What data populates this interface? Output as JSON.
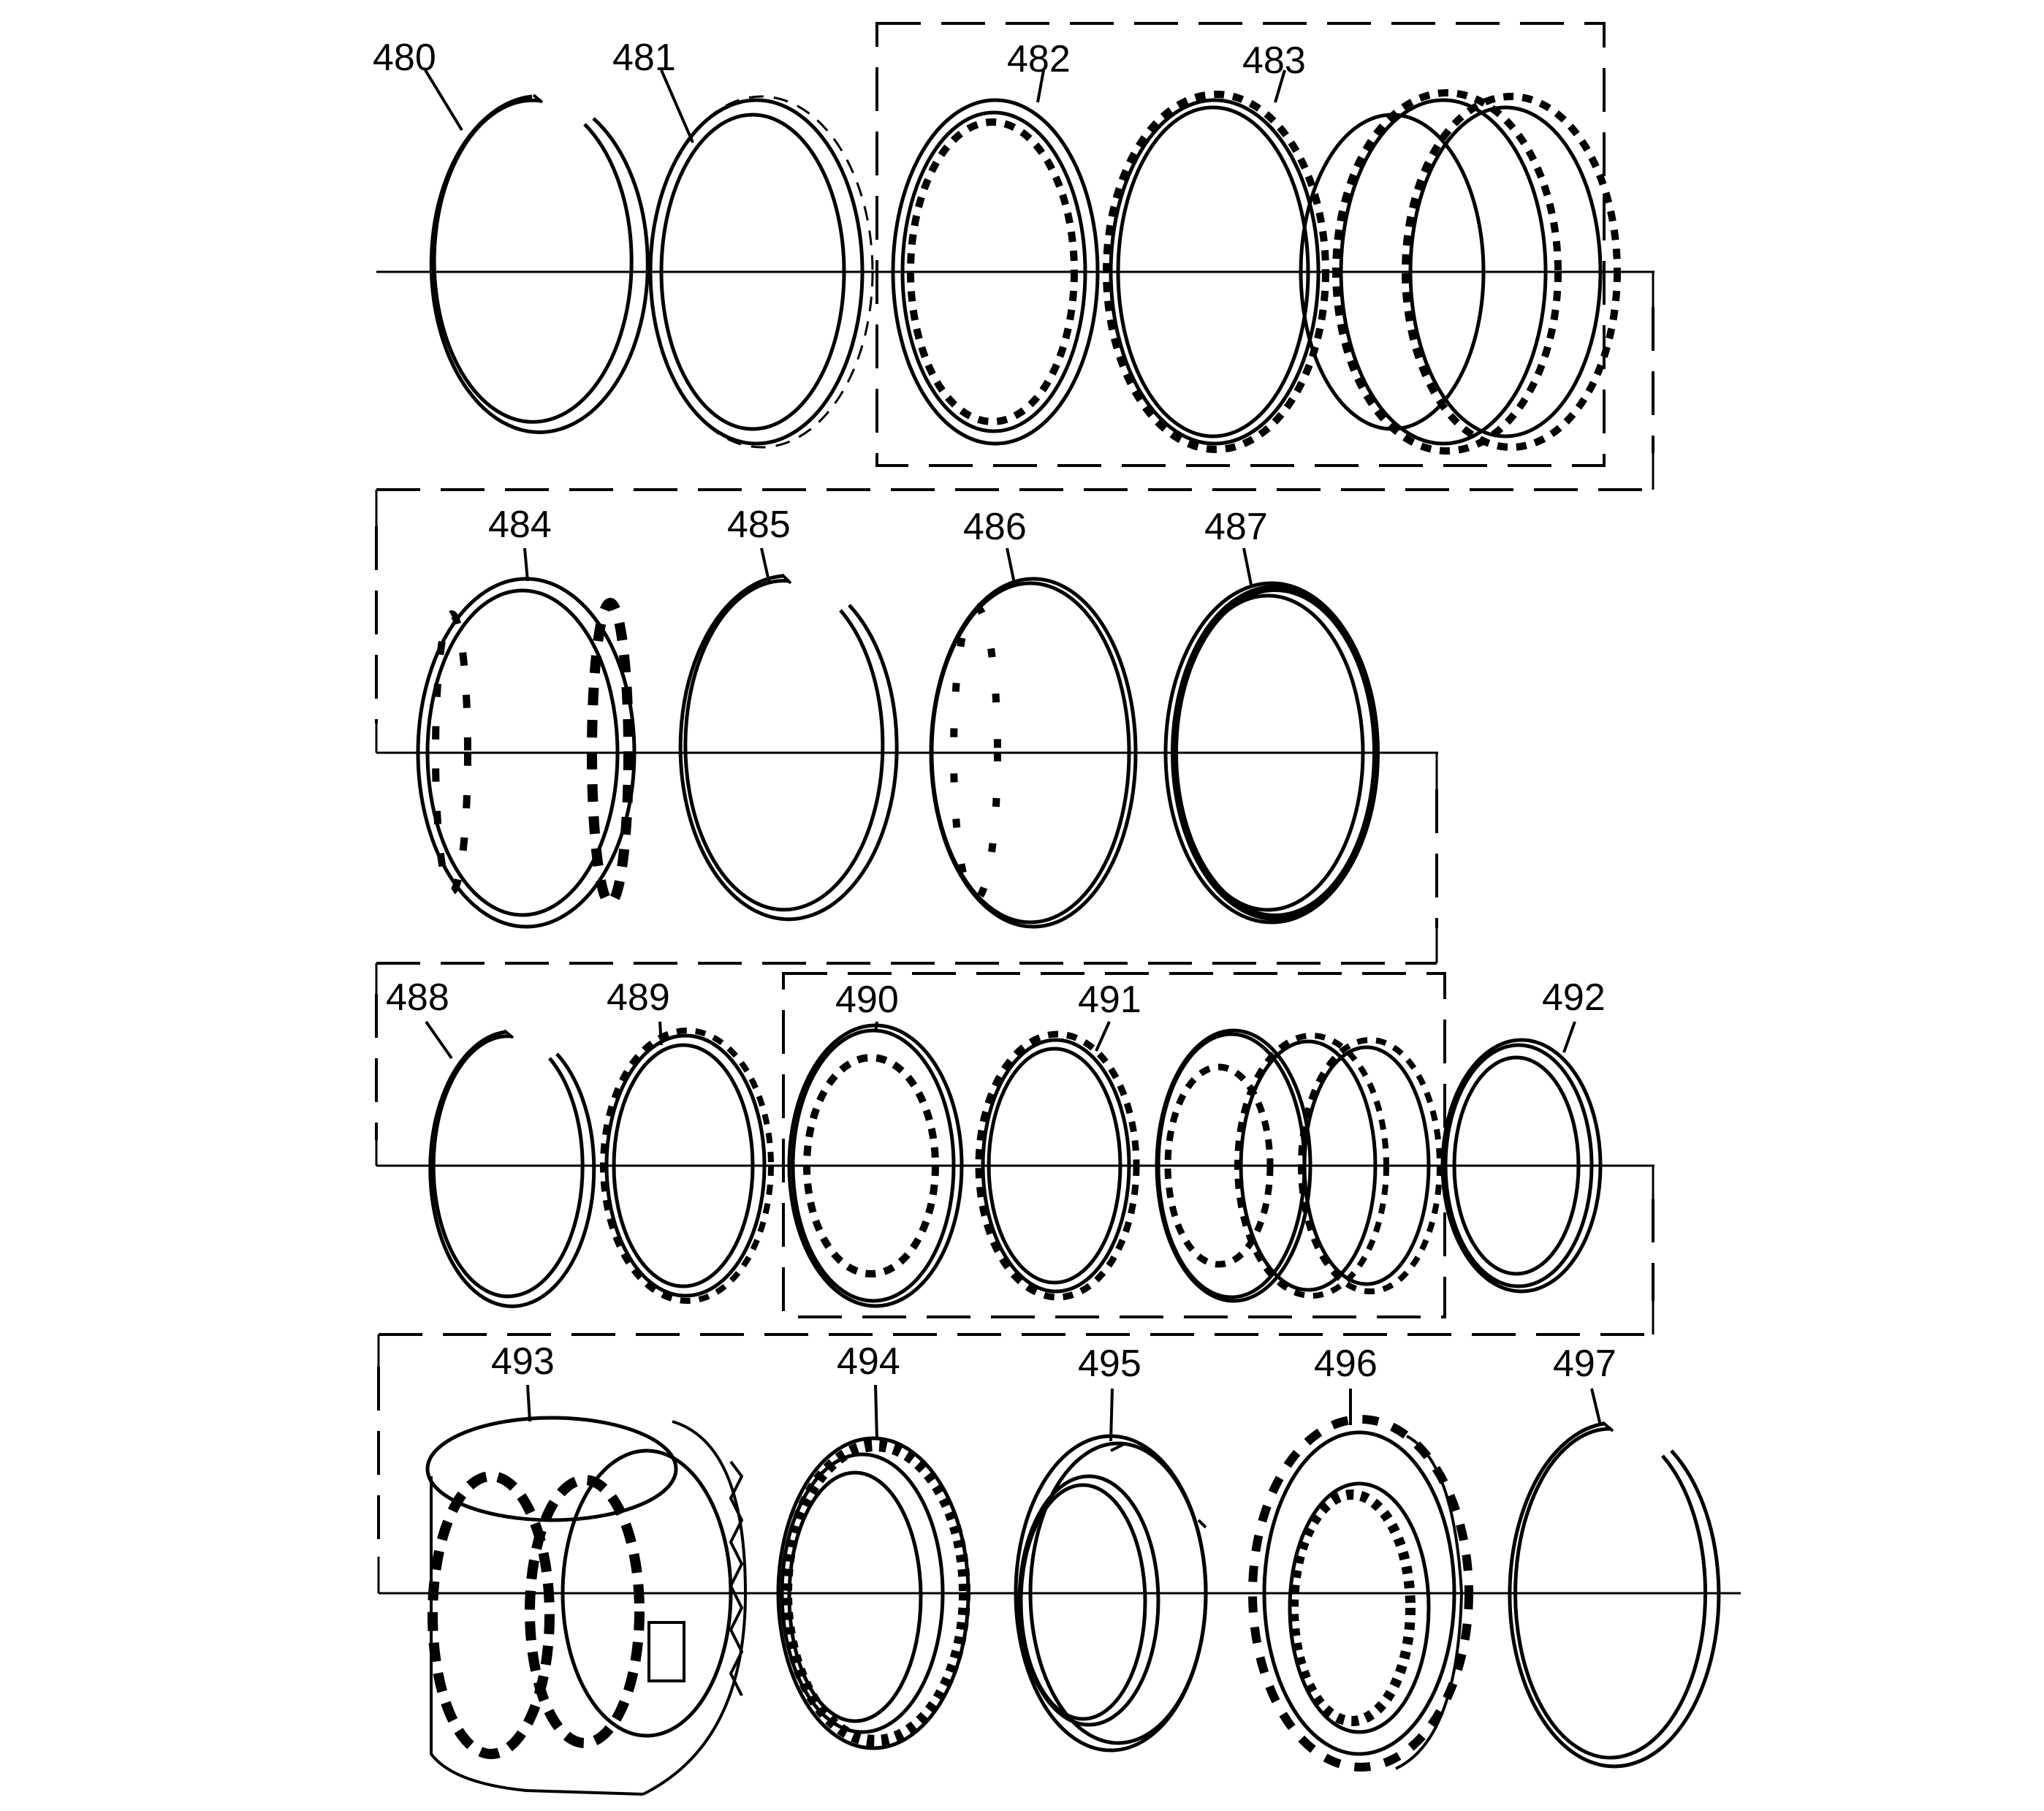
{
  "diagram": {
    "type": "exploded-parts-view",
    "line_color": "#000000",
    "background": "#ffffff",
    "rows": [
      {
        "name": "row-1",
        "parts": [
          {
            "id": "480",
            "label": "480",
            "kind": "snap-ring"
          },
          {
            "id": "481",
            "label": "481",
            "kind": "backing-plate"
          },
          {
            "id": "482",
            "label": "482",
            "kind": "internal-spline-disc"
          },
          {
            "id": "483",
            "label": "483",
            "kind": "external-tab-plate"
          },
          {
            "id": "483b",
            "label": "",
            "kind": "clutch-pack"
          }
        ]
      },
      {
        "name": "row-2",
        "parts": [
          {
            "id": "484",
            "label": "484",
            "kind": "notched-ring"
          },
          {
            "id": "485",
            "label": "485",
            "kind": "snap-ring"
          },
          {
            "id": "486",
            "label": "486",
            "kind": "wave-plate"
          },
          {
            "id": "487",
            "label": "487",
            "kind": "apply-ring"
          }
        ]
      },
      {
        "name": "row-3",
        "parts": [
          {
            "id": "488",
            "label": "488",
            "kind": "snap-ring"
          },
          {
            "id": "489",
            "label": "489",
            "kind": "backing-plate"
          },
          {
            "id": "490",
            "label": "490",
            "kind": "internal-spline-disc"
          },
          {
            "id": "491",
            "label": "491",
            "kind": "external-tab-plate"
          },
          {
            "id": "491b",
            "label": "",
            "kind": "clutch-pack"
          },
          {
            "id": "492",
            "label": "492",
            "kind": "reaction-plate"
          }
        ]
      },
      {
        "name": "row-4",
        "parts": [
          {
            "id": "493",
            "label": "493",
            "kind": "clutch-housing"
          },
          {
            "id": "494",
            "label": "494",
            "kind": "sprag-assembly"
          },
          {
            "id": "495",
            "label": "495",
            "kind": "piston"
          },
          {
            "id": "496",
            "label": "496",
            "kind": "toothed-hub"
          },
          {
            "id": "497",
            "label": "497",
            "kind": "snap-ring"
          }
        ]
      }
    ]
  }
}
